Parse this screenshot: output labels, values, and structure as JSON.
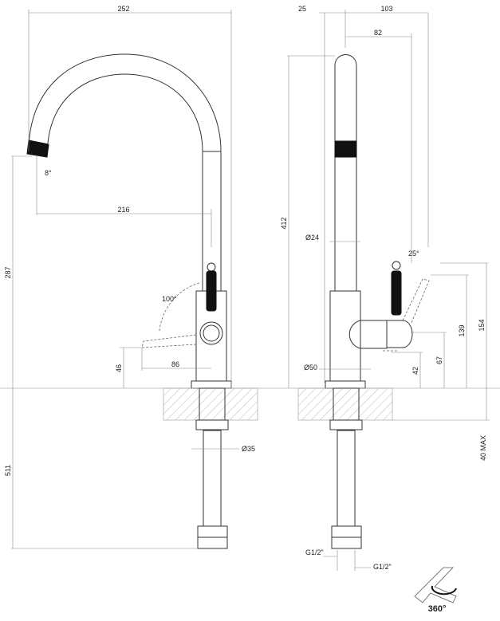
{
  "front_view": {
    "width_overall": "252",
    "spout_angle": "8°",
    "spout_reach": "216",
    "spout_height": "287",
    "lever_rotation": "100°",
    "lever_reach": "86",
    "lever_height": "46",
    "hose_length": "511",
    "shank_diameter": "Ø35"
  },
  "side_view": {
    "offset_back": "25",
    "depth_overall": "103",
    "depth_spout": "82",
    "height_overall": "412",
    "pipe_diameter": "Ø24",
    "lever_angle": "25°",
    "height_lever_top": "154",
    "height_lever_open": "139",
    "height_lever_axis": "67",
    "height_lever_low": "42",
    "base_diameter": "Ø50",
    "counter_thickness": "40 MAX",
    "connection_left": "G1/2\"",
    "connection_right": "G1/2\""
  },
  "rotation": {
    "label": "360°"
  },
  "colors": {
    "line": "#333333",
    "dimension": "#888888"
  }
}
